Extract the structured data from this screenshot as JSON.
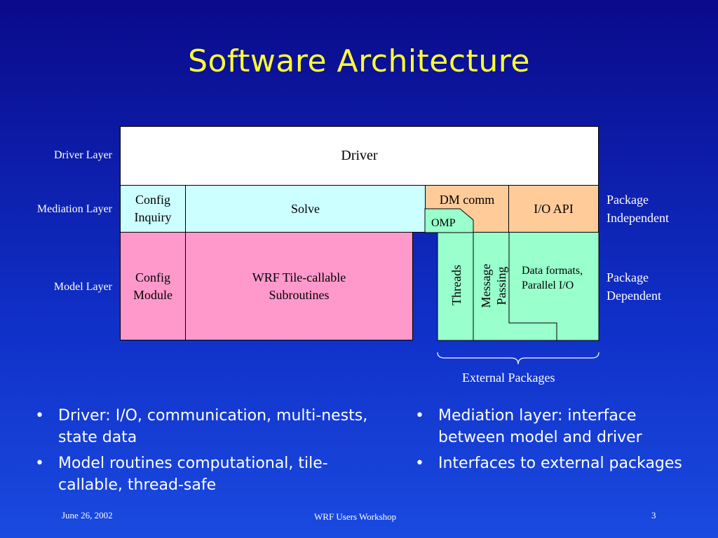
{
  "title": "Software Architecture",
  "layers": {
    "driver": "Driver Layer",
    "mediation": "Mediation Layer",
    "model": "Model Layer"
  },
  "boxes": {
    "driver": "Driver",
    "config_inquiry": "Config\nInquiry",
    "solve": "Solve",
    "dm_comm": "DM comm",
    "omp": "OMP",
    "io_api": "I/O API",
    "config_module": "Config\nModule",
    "wrf_tile": "WRF Tile-callable\nSubroutines",
    "threads": "Threads",
    "message_passing": "Message\nPassing",
    "data_formats": "Data formats,\nParallel I/O"
  },
  "package_labels": {
    "independent": "Package\nIndependent",
    "dependent": "Package\nDependent"
  },
  "external_packages": "External Packages",
  "bullets_left": [
    "Driver: I/O, communication, multi-nests, state data",
    "Model routines computational, tile-callable, thread-safe"
  ],
  "bullets_right": [
    "Mediation layer: interface between model and driver",
    "Interfaces to external packages"
  ],
  "footer": {
    "date": "June 26, 2002",
    "event": "WRF Users Workshop",
    "page": "3"
  },
  "colors": {
    "title": "#ffff33",
    "driver_box": "#ffffff",
    "mediation_box": "#ccffff",
    "peach_box": "#ffcc99",
    "model_box": "#ff99cc",
    "external_box": "#99ffcc"
  }
}
